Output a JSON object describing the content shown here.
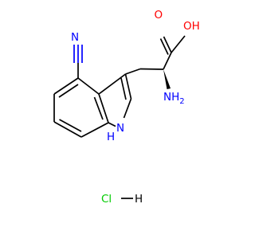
{
  "colors": {
    "bond": "#000000",
    "oxygen": "#ff0000",
    "nitrogen": "#0000ff",
    "chlorine": "#00cc00",
    "background": "#ffffff"
  },
  "atoms": {
    "hydroxyl": "OH",
    "carbonyl_oxygen": "O",
    "amino": "NH",
    "amino_subscript": "2",
    "nitrile_n": "N",
    "indole_nh": "H",
    "indole_n": "N",
    "chloride": "Cl",
    "hydrogen": "H"
  }
}
